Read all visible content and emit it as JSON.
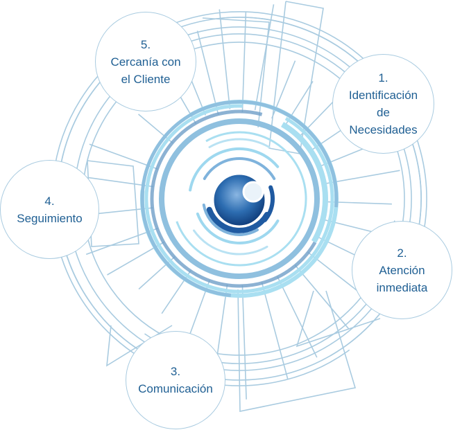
{
  "colors": {
    "line": "#a9cbe0",
    "ring_light": "#a9dff1",
    "ring_mid": "#8fc0df",
    "ring_dark": "#6f9fc8",
    "eye_blue": "#1f5aa1",
    "text": "#1f5f93"
  },
  "center_icon": "eye-icon",
  "steps": [
    {
      "number": "1.",
      "line1": "Identificación",
      "line2": "de",
      "line3": "Necesidades"
    },
    {
      "number": "2.",
      "line1": "Atención",
      "line2": "inmediata"
    },
    {
      "number": "3.",
      "line1": "Comunicación"
    },
    {
      "number": "4.",
      "line1": "Seguimiento"
    },
    {
      "number": "5.",
      "line1": "Cercanía con",
      "line2": "el Cliente"
    }
  ]
}
